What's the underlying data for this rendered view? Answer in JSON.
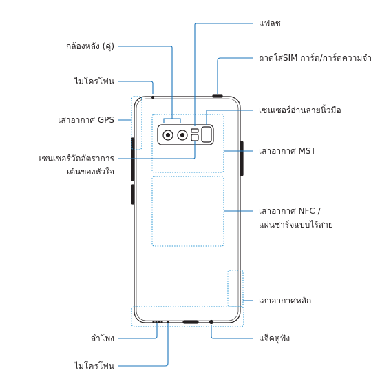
{
  "labels": {
    "flash": "แฟลช",
    "rear_camera": "กล้องหลัง (คู่)",
    "sim_tray": "ถาดใส่SIM การ์ด/การ์ดความจำ",
    "mic_top": "ไมโครโฟน",
    "fingerprint_sensor": "เซนเซอร์อ่านลายนิ้วมือ",
    "gps_antenna": "เสาอากาศ GPS",
    "mst_antenna": "เสาอากาศ MST",
    "heart_rate_sensor_line1": "เซนเซอร์วัดอัตราการ",
    "heart_rate_sensor_line2": "เต้นของหัวใจ",
    "nfc_antenna_line1": "เสาอากาศ NFC /",
    "nfc_antenna_line2": "แผ่นชาร์จแบบไร้สาย",
    "main_antenna": "เสาอากาศหลัก",
    "speaker": "ลำโพง",
    "headset_jack": "แจ็คหูฟัง",
    "mic_bottom": "ไมโครโฟน"
  },
  "colors": {
    "callout_line": "#1b75bb",
    "antenna_outline": "#2e9ad6",
    "device_outline": "#231f20",
    "text": "#231f20"
  }
}
